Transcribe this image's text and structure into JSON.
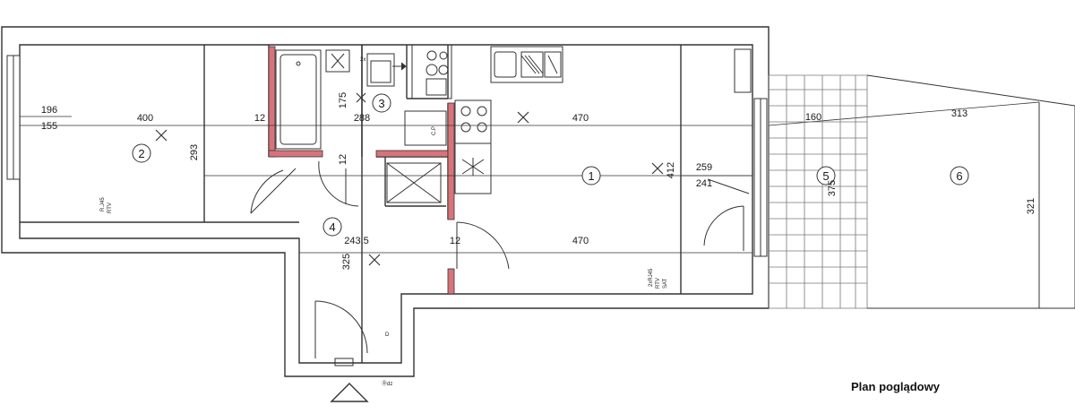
{
  "caption": "Plan poglądowy",
  "rooms": [
    {
      "id": "1"
    },
    {
      "id": "2"
    },
    {
      "id": "3"
    },
    {
      "id": "4"
    },
    {
      "id": "5"
    },
    {
      "id": "6"
    }
  ],
  "dimensions": {
    "room2_window_top": "196",
    "room2_window_bottom": "155",
    "room2_width": "400",
    "room2_height": "293",
    "partition_12_left": "12",
    "bath_height": "175",
    "bath_width": "288",
    "room1_width": "470",
    "room1_height": "412",
    "room1_window_top": "259",
    "room1_window_bottom": "241",
    "partition_12_mid": "12",
    "hall_width": "243.5",
    "partition_12_low": "12",
    "room1_width_low": "470",
    "hall_height": "325",
    "terrace_width": "160",
    "terrace_height": "375",
    "garden_width": "313",
    "garden_height": "321"
  },
  "labels": {
    "kitchen_cp": "C.P",
    "sockets_room2": "R.J45",
    "sockets_room2_sub": "RTV",
    "sockets_room1": "2xRJ45",
    "sockets_room1_sub1": "RTV",
    "sockets_room1_sub2": "SAT",
    "intercom": "Ⓓdz",
    "door_d": "D",
    "bath_2x": "2x"
  },
  "colors": {
    "wall": "#3a3a3a",
    "wall_fill": "#ffffff",
    "new_partition": "#d9737b",
    "line": "#333333",
    "grid": "#777777"
  }
}
